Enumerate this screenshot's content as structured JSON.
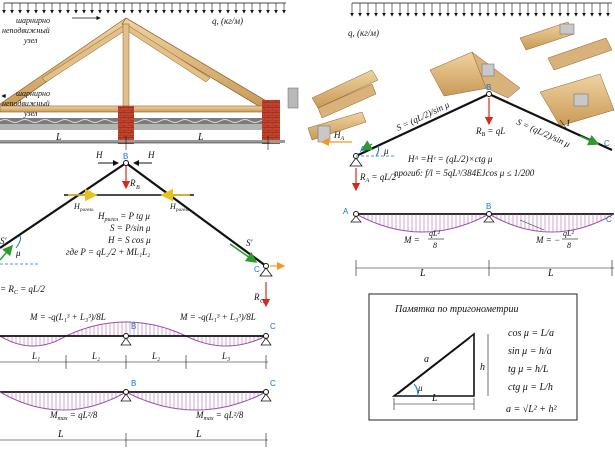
{
  "load_top_left": "q, (кг/м)",
  "load_top_right": "q, (кг/м)",
  "hinge_fixed_1": [
    "шарнирно",
    "неподвижный",
    "узел"
  ],
  "hinge_fixed_2": [
    "шарнирно",
    "неподвижный",
    "узел"
  ],
  "span_L": "L",
  "span_L1": "L₁",
  "span_L2": "L₂",
  "span_L3": "L₃",
  "left_scheme": {
    "H": "H",
    "B": "B",
    "C": "C",
    "RB": "R",
    "RB_sub": "B",
    "Hpig": "H",
    "Hpig_sub": "ригель",
    "S": "S'",
    "mu": "μ",
    "eq1": "H",
    "eq1_sub": "ригел",
    "eq1_rest": " = P tg μ",
    "eq2": "S = P/sin μ",
    "eq3": "H = S cos μ",
    "eq4": "где P = qL₂/2 + ML₁L₂",
    "reaction": "= R",
    "reaction_c": "C",
    "reaction_rest": " = qL/2",
    "RC": "R",
    "RC_sub": "C",
    "M_left": "M = -q(L₁³ + L₃³)/8L",
    "M_right": "M = -q(L₁³ + L₃³)/8L",
    "Mmax_left": "M",
    "Mmax_left_sub": "max",
    "Mmax_left_rest": " = qL²/8",
    "Mmax_right": "M",
    "Mmax_right_sub": "max",
    "Mmax_right_rest": " = qL²/8"
  },
  "right_scheme": {
    "S_left": "S = (qL/2)/sin μ",
    "S_right": "S = (qL/2)/sin μ",
    "RB": "R",
    "RB_sub": "B",
    "RB_rest": " = qL",
    "B": "B",
    "A": "A",
    "C": "C",
    "HA": "H",
    "HA_sub": "A",
    "mu": "μ",
    "one": "1",
    "RA": "R",
    "RA_sub": "A",
    "RA_rest": " = qL/2",
    "eq_H": "Hᴬ =Hᶜ = (qL/2)×ctg μ",
    "eq_f": "прогиб: f/l = 5qL³/384EJcos μ ≤ 1/200",
    "M_left_num": "qL²",
    "M_left_den": "8",
    "M_right_num": "qL²",
    "M_right_den": "8",
    "M_eq": "M =",
    "M_dash": "M = −"
  },
  "trig": {
    "title": "Памятка по тригонометрии",
    "a": "a",
    "h": "h",
    "L": "L",
    "mu": "μ",
    "f1": "cos μ = L/a",
    "f2": "sin μ = h/a",
    "f3": "tg μ = h/L",
    "f4": "ctg μ = L/h",
    "f5": "a = √L² + h²"
  },
  "colors": {
    "wood": "#d9b47a",
    "wood_dark": "#a77a3e",
    "brick": "#c3432d",
    "moment": "#a04ea8",
    "green_arrow": "#2e9a2e",
    "red_arrow": "#d22b1f",
    "orange_arrow": "#f29a1d",
    "blue_label": "#1a73c9"
  }
}
